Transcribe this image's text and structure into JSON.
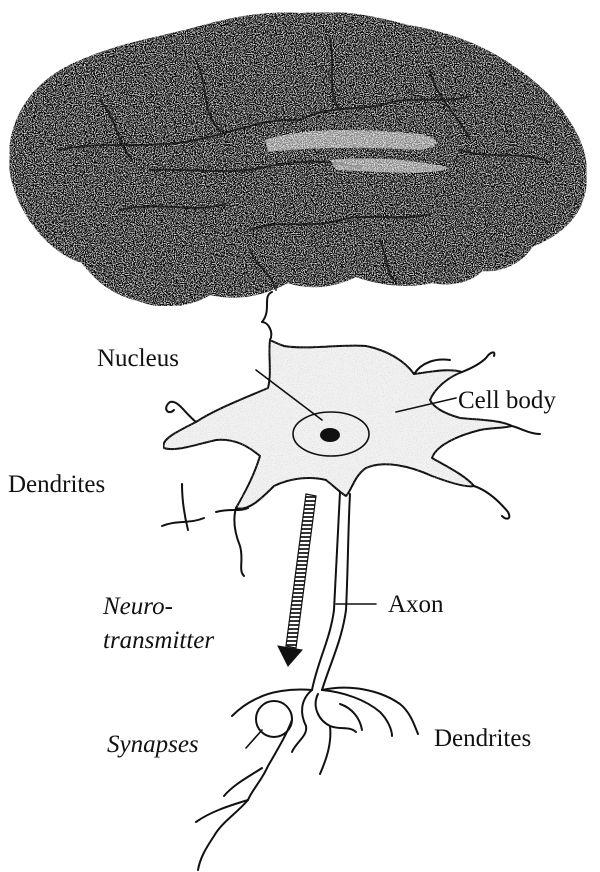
{
  "labels": {
    "nucleus": "Nucleus",
    "cell_body": "Cell body",
    "dendrites_left": "Dendrites",
    "neurotransmitter_1": "Neuro-",
    "neurotransmitter_2": "transmitter",
    "axon": "Axon",
    "synapses": "Synapses",
    "dendrites_right": "Dendrites"
  },
  "colors": {
    "brain_base": "#3a3a3a",
    "cell_fill": "#f1f1f1",
    "ink": "#111111"
  }
}
